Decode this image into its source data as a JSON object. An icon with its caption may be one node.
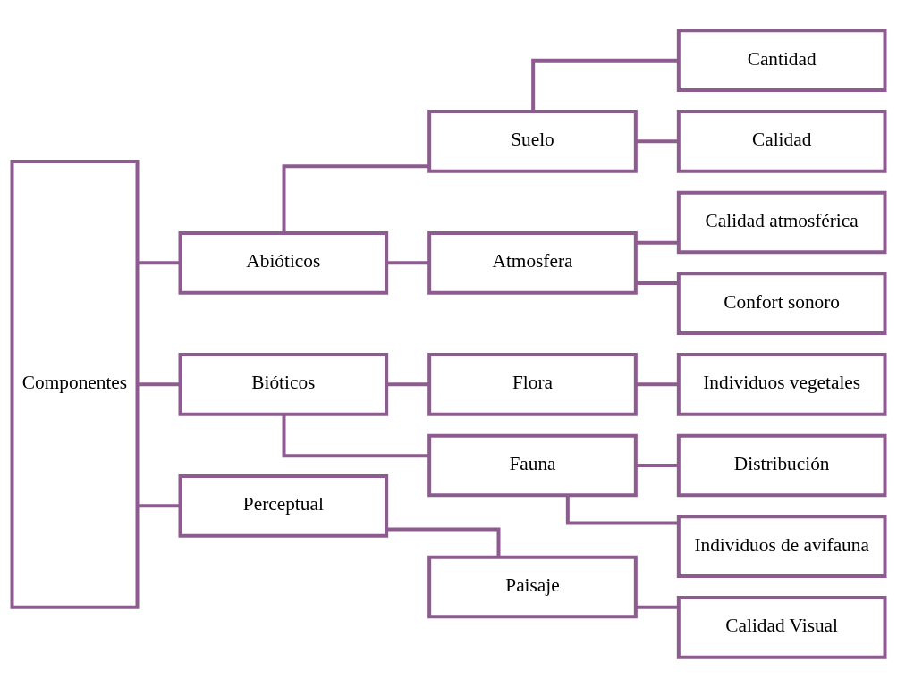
{
  "diagram": {
    "nodes": [
      {
        "text": [
          "Componentes"
        ]
      },
      {
        "text": [
          "Abióticos"
        ]
      },
      {
        "text": [
          "Bióticos"
        ]
      },
      {
        "text": [
          "Perceptual"
        ]
      },
      {
        "text": [
          "Suelo"
        ]
      },
      {
        "text": [
          "Atmosfera"
        ]
      },
      {
        "text": [
          "Flora"
        ]
      },
      {
        "text": [
          "Fauna"
        ]
      },
      {
        "text": [
          "Paisaje"
        ]
      },
      {
        "text": [
          "Cantidad"
        ]
      },
      {
        "text": [
          "Calidad"
        ]
      },
      {
        "text": [
          "Calidad atmosférica"
        ]
      },
      {
        "text": [
          "Confort sonoro"
        ]
      },
      {
        "text": [
          "Individuos vegetales"
        ]
      },
      {
        "text": [
          "Distribución"
        ]
      },
      {
        "text": [
          "Individuos de avifauna"
        ]
      },
      {
        "text": [
          "Calidad Visual"
        ]
      }
    ],
    "edges": [
      {
        "from": 0,
        "to": 1,
        "arrow": "none"
      },
      {
        "from": 0,
        "to": 2,
        "arrow": "none"
      },
      {
        "from": 0,
        "to": 3,
        "arrow": "none"
      },
      {
        "from": 1,
        "to": 4,
        "arrow": "none"
      },
      {
        "from": 1,
        "to": 5,
        "arrow": "none"
      },
      {
        "from": 2,
        "to": 6,
        "arrow": "none"
      },
      {
        "from": 2,
        "to": 7,
        "arrow": "none"
      },
      {
        "from": 3,
        "to": 8,
        "arrow": "none"
      },
      {
        "from": 4,
        "to": 9,
        "arrow": "none"
      },
      {
        "from": 4,
        "to": 10,
        "arrow": "none"
      },
      {
        "from": 5,
        "to": 11,
        "arrow": "none"
      },
      {
        "from": 5,
        "to": 12,
        "arrow": "none"
      },
      {
        "from": 6,
        "to": 13,
        "arrow": "none"
      },
      {
        "from": 7,
        "to": 14,
        "arrow": "none"
      },
      {
        "from": 7,
        "to": 15,
        "arrow": "none"
      },
      {
        "from": 8,
        "to": 16,
        "arrow": "none"
      }
    ]
  }
}
